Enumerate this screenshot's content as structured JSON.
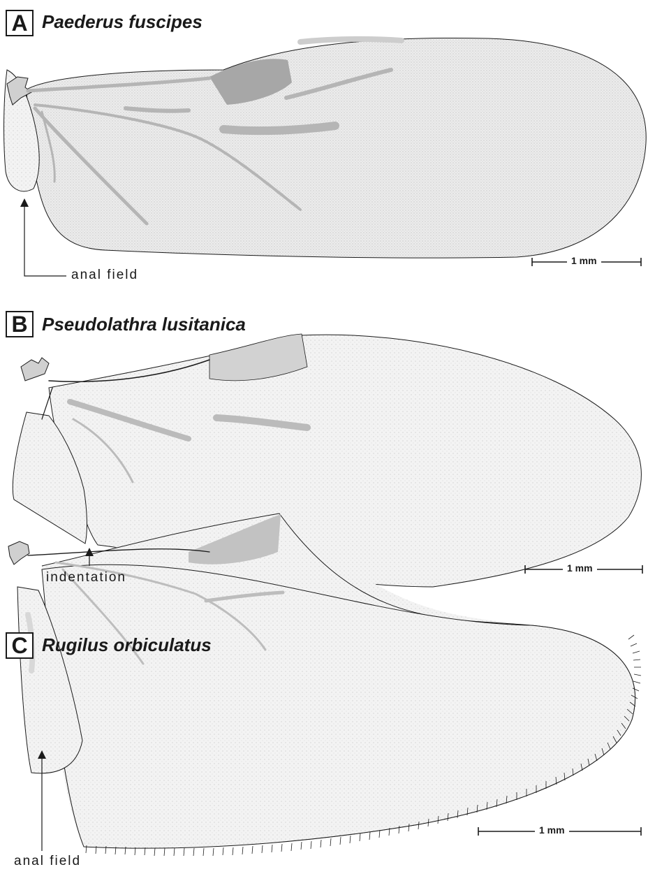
{
  "panels": [
    {
      "letter": "A",
      "title": "Paederus fuscipes",
      "annotation": "anal field",
      "scale_label": "1 mm"
    },
    {
      "letter": "B",
      "title": "Pseudolathra lusitanica",
      "annotation": "indentation",
      "scale_label": "1 mm"
    },
    {
      "letter": "C",
      "title": "Rugilus orbiculatus",
      "annotation": "anal field",
      "scale_label": "1 mm"
    }
  ],
  "colors": {
    "ink": "#1a1a1a",
    "wing_fill": "#f1f1f1",
    "vein": "#b5b5b5",
    "sclerite": "#9a9a9a"
  }
}
